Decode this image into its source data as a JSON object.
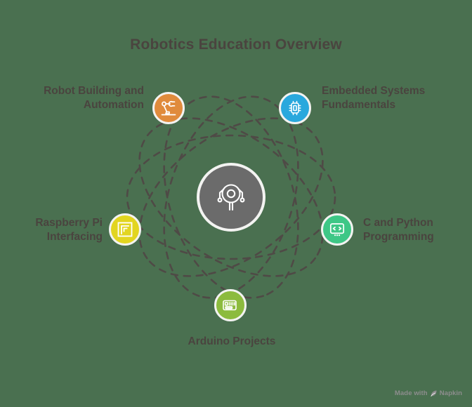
{
  "page": {
    "title": "Robotics Education Overview",
    "background_color": "#4a7050",
    "text_color": "#4a443f"
  },
  "center": {
    "name": "robot-hub",
    "icon": "robot-head-icon",
    "color": "#6b6b6b"
  },
  "nodes": [
    {
      "id": "robot-building",
      "label": "Robot Building and Automation",
      "icon": "robotic-arm-icon",
      "color": "#e08b3c",
      "position": "top-left"
    },
    {
      "id": "embedded-systems",
      "label": "Embedded Systems Fundamentals",
      "icon": "microchip-icon",
      "color": "#29a8dd",
      "position": "top-right"
    },
    {
      "id": "raspberry-pi",
      "label": "Raspberry Pi Interfacing",
      "icon": "frame-square-icon",
      "color": "#e2d520",
      "position": "left"
    },
    {
      "id": "c-and-python",
      "label": "C and Python Programming",
      "icon": "code-screen-icon",
      "color": "#3ec786",
      "position": "right"
    },
    {
      "id": "arduino-projects",
      "label": "Arduino Projects",
      "icon": "circuit-board-icon",
      "color": "#8cbb3e",
      "position": "bottom"
    }
  ],
  "orbits": {
    "color": "#4f4a46",
    "style": "dashed",
    "count": 5
  },
  "watermark": {
    "prefix": "Made with",
    "brand": "Napkin",
    "icon": "napkin-leaf-icon"
  }
}
